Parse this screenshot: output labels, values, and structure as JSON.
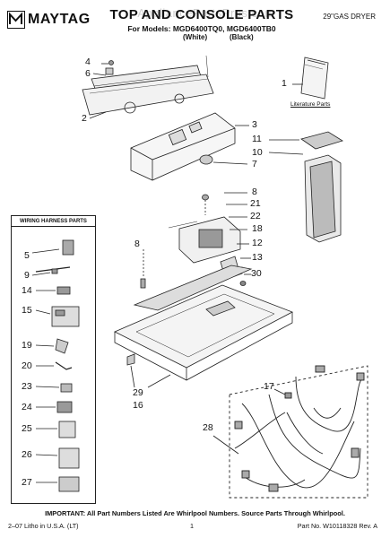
{
  "header": {
    "brand": "MAYTAG",
    "title": "TOP AND CONSOLE PARTS",
    "models": "For Models: MGD6400TQ0, MGD6400TB0",
    "variant_white": "(White)",
    "variant_black": "(Black)",
    "product_type": "29\"GAS DRYER",
    "watermark": "AppliancePartsPros.com"
  },
  "literature_label": "Literature Parts",
  "wiring_harness": {
    "title": "WIRING HARNESS PARTS",
    "items": [
      "5",
      "9",
      "14",
      "15",
      "19",
      "20",
      "23",
      "24",
      "25",
      "26",
      "27"
    ]
  },
  "callouts": {
    "c1": "1",
    "c2": "2",
    "c3": "3",
    "c4": "4",
    "c6": "6",
    "c7": "7",
    "c8a": "8",
    "c8b": "8",
    "c10": "10",
    "c11": "11",
    "c12": "12",
    "c13": "13",
    "c16": "16",
    "c17": "17",
    "c18": "18",
    "c21": "21",
    "c22": "22",
    "c28": "28",
    "c29": "29",
    "c30": "30"
  },
  "footer": {
    "note": "IMPORTANT: All Part Numbers Listed Are Whirlpool Numbers. Source Parts Through Whirlpool.",
    "litho": "2–07 Litho in U.S.A. (LT)",
    "page": "1",
    "part_number": "Part No. W10118328 Rev. A"
  }
}
